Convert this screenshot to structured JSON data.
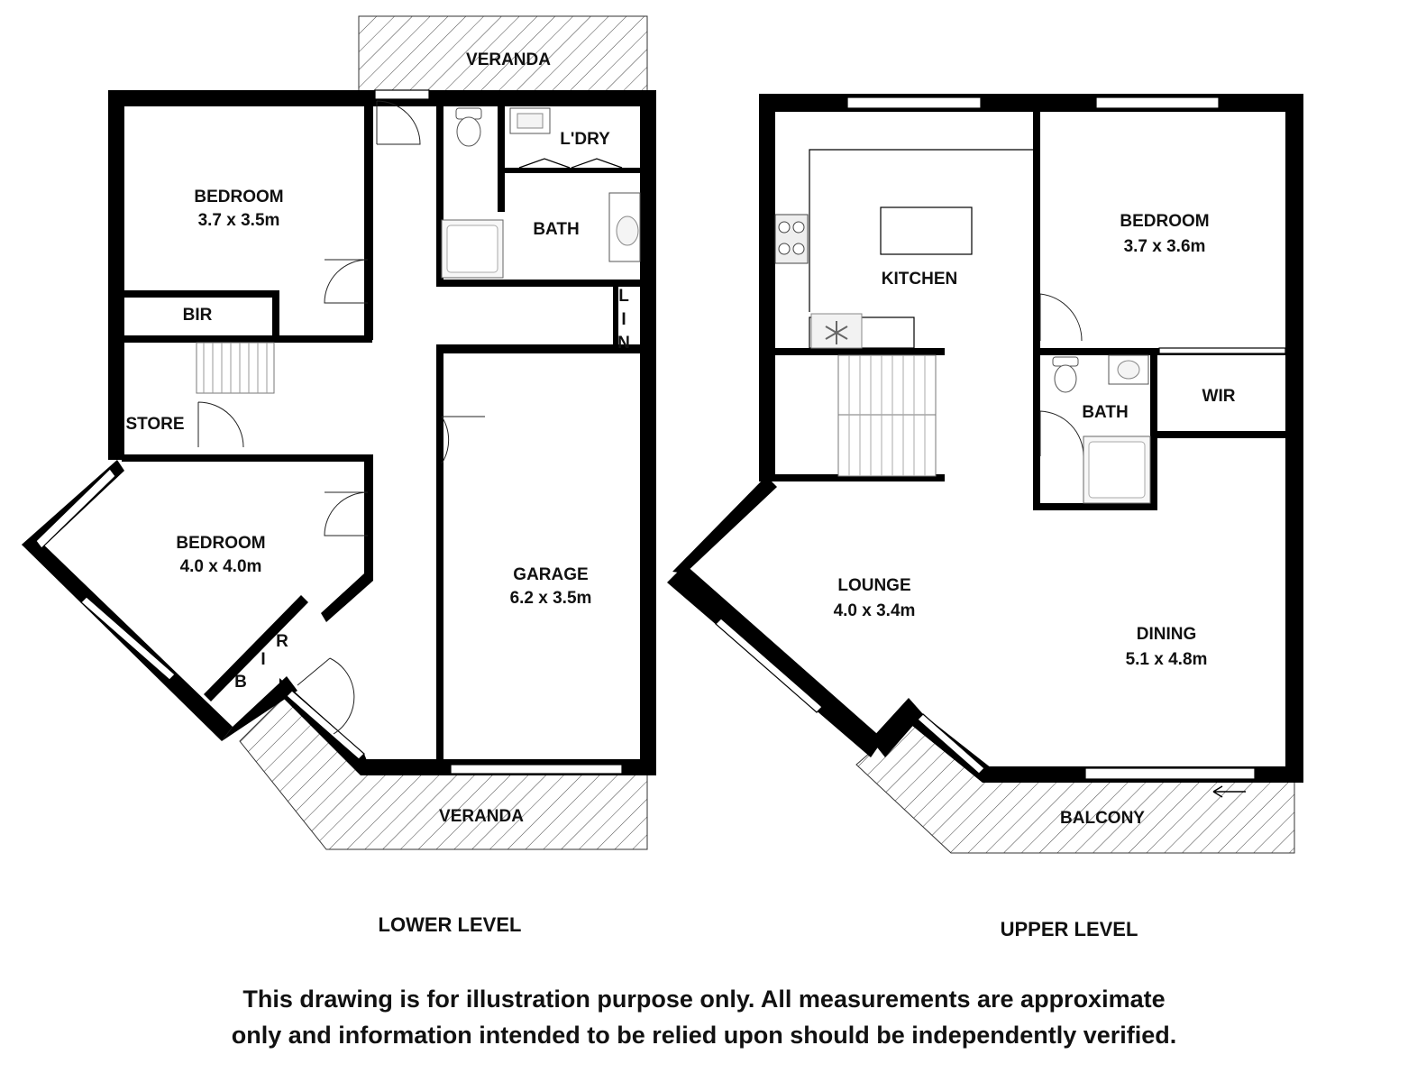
{
  "lower_level": {
    "title": "LOWER LEVEL",
    "verandas": {
      "top": "VERANDA",
      "bottom": "VERANDA"
    },
    "rooms": [
      {
        "id": "bedroom-1",
        "name": "BEDROOM",
        "size": "3.7 x 3.5m"
      },
      {
        "id": "bir-1",
        "name": "BIR"
      },
      {
        "id": "store",
        "name": "STORE"
      },
      {
        "id": "bedroom-2",
        "name": "BEDROOM",
        "size": "4.0 x 4.0m"
      },
      {
        "id": "laundry",
        "name": "L'DRY"
      },
      {
        "id": "bath",
        "name": "BATH"
      },
      {
        "id": "garage",
        "name": "GARAGE",
        "size": "6.2 x 3.5m"
      }
    ],
    "linen_letters": [
      "L",
      "I",
      "N"
    ],
    "bir_letters": [
      "B",
      "I",
      "R"
    ]
  },
  "upper_level": {
    "title": "UPPER LEVEL",
    "balcony": "BALCONY",
    "rooms": [
      {
        "id": "kitchen",
        "name": "KITCHEN"
      },
      {
        "id": "bedroom",
        "name": "BEDROOM",
        "size": "3.7 x 3.6m"
      },
      {
        "id": "bath",
        "name": "BATH"
      },
      {
        "id": "wir",
        "name": "WIR"
      },
      {
        "id": "lounge",
        "name": "LOUNGE",
        "size": "4.0 x 3.4m"
      },
      {
        "id": "dining",
        "name": "DINING",
        "size": "5.1 x 4.8m"
      }
    ]
  },
  "disclaimer": {
    "line1": "This drawing is for illustration purpose only. All measurements are approximate",
    "line2": "only and information intended to be relied upon should be independently verified."
  },
  "colors": {
    "wall": "#000000",
    "background": "#ffffff",
    "text": "#111111"
  },
  "icons": [
    "stove-icon",
    "toilet-icon",
    "basin-icon",
    "shower-icon",
    "exhaust-fan-icon",
    "staircase-icon"
  ]
}
